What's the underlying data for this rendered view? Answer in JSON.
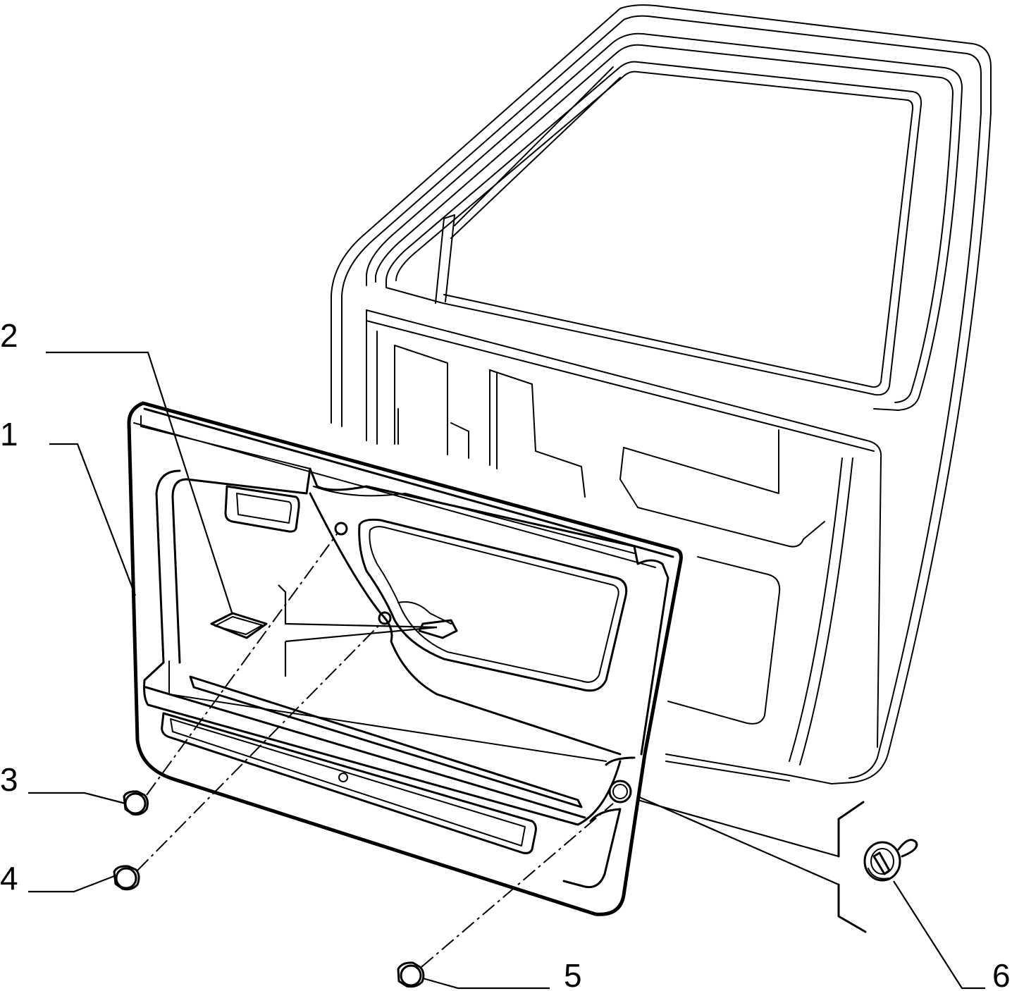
{
  "diagram": {
    "callouts": [
      {
        "id": "1",
        "label": "1",
        "part": "door-trim-panel"
      },
      {
        "id": "2",
        "label": "2",
        "part": "adhesive-pad"
      },
      {
        "id": "3",
        "label": "3",
        "part": "plug-cap"
      },
      {
        "id": "4",
        "label": "4",
        "part": "plug-cap"
      },
      {
        "id": "5",
        "label": "5",
        "part": "plug-cap"
      },
      {
        "id": "6",
        "label": "6",
        "part": "panel-clip"
      }
    ],
    "colors": {
      "stroke": "#000000",
      "background": "#ffffff"
    }
  }
}
